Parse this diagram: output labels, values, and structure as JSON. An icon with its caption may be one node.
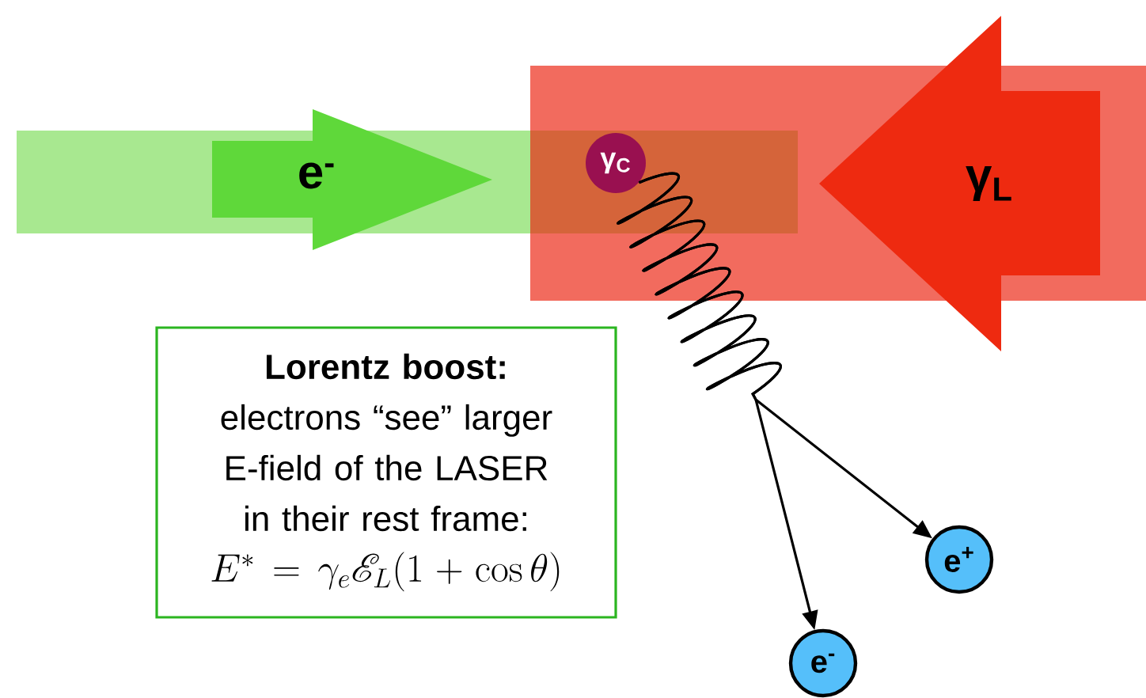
{
  "diagram": {
    "nodes": [
      {
        "text": [
          "e$^{-}$"
        ]
      },
      {
        "text": [
          "γ$_{C}$"
        ]
      },
      {
        "text": [
          "γ$_{L}$"
        ]
      },
      {
        "text": [
          "Lorentz boost:",
          "electrons “see” larger E-field of the LASER in their rest frame:",
          "E^* = \\gamma_e \\mathscr{E}_L(1 + \\cos\\theta)"
        ]
      },
      {
        "text": [
          "e$^{+}$"
        ]
      },
      {
        "text": [
          "e$^{-}$"
        ]
      }
    ],
    "edges": [
      {
        "from": 1,
        "to": 4,
        "arrow": "to"
      },
      {
        "from": 1,
        "to": 5,
        "arrow": "to"
      }
    ]
  }
}
